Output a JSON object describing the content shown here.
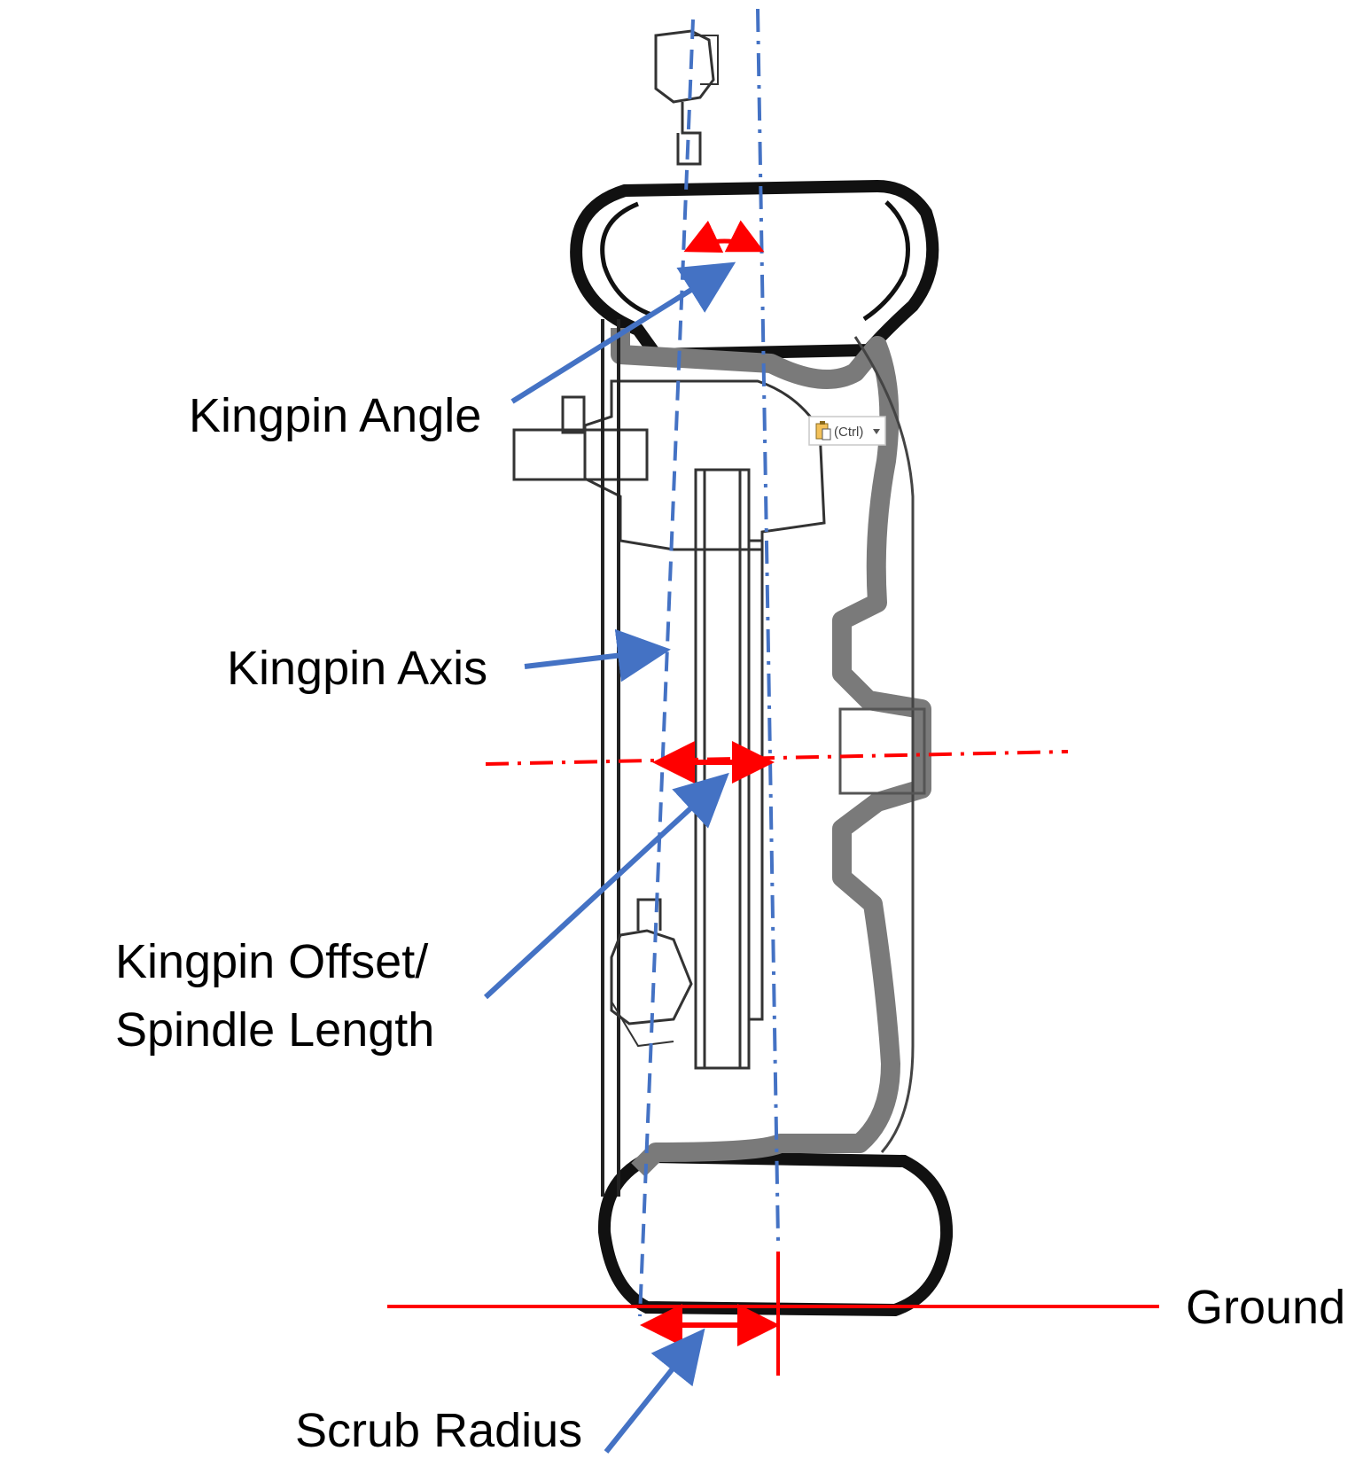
{
  "labels": {
    "kingpin_angle": "Kingpin Angle",
    "kingpin_axis": "Kingpin Axis",
    "kingpin_offset_line1": "Kingpin Offset/",
    "kingpin_offset_line2": "Spindle Length",
    "ground": "Ground",
    "scrub_radius": "Scrub Radius"
  },
  "paste_options": {
    "label": "(Ctrl)",
    "icon": "clipboard-icon"
  },
  "colors": {
    "axis_blue": "#4472C4",
    "measure_red": "#FF0000",
    "tire_black": "#111111",
    "rim_gray": "#7a7a7a",
    "part_line": "#333333"
  }
}
